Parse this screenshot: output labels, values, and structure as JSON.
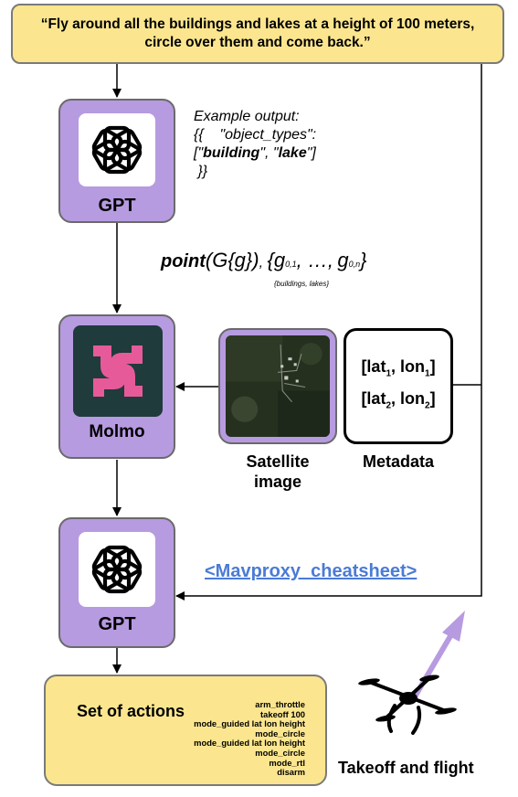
{
  "prompt": {
    "line1": "“Fly around all the buildings and lakes at a height of 100 meters,",
    "line2": "circle over them and come back.”"
  },
  "gpt_top": {
    "label": "GPT",
    "icon": "openai-logo-icon"
  },
  "example": {
    "line1": "Example output:",
    "line2_prefix": "{{    \"object_types\":",
    "line3_open": "[\"",
    "item1": "building",
    "line3_sep": "\", \"",
    "item2": "lake",
    "line3_close": "\"]",
    "line4": " }}"
  },
  "formula": {
    "func": "point",
    "open": "(",
    "G": "G",
    "g_inner": "{g}",
    "close": ")",
    "comma": ",",
    "set_open": "{g",
    "sub1": "0,1",
    "middle": ", …,",
    "g_last": "g",
    "sub_n": "0,n",
    "set_close": "}",
    "note": "{buildings, lakes}"
  },
  "molmo": {
    "label": "Molmo",
    "icon": "molmo-logo-icon"
  },
  "satellite": {
    "caption_line1": "Satellite",
    "caption_line2": "image"
  },
  "metadata": {
    "caption": "Metadata",
    "row1": {
      "a": "[lat",
      "a_sub": "1",
      "b": ", lon",
      "b_sub": "1",
      "c": "]"
    },
    "row2": {
      "a": "[lat",
      "a_sub": "2",
      "b": ", lon",
      "b_sub": "2",
      "c": "]"
    }
  },
  "gpt_bottom": {
    "label": "GPT",
    "icon": "openai-logo-icon"
  },
  "cheatsheet_link": "<Mavproxy_cheatsheet>",
  "actions": {
    "title": "Set of actions",
    "items": [
      "arm_throttle",
      "takeoff 100",
      "mode_guided lat lon height",
      "mode_circle",
      "mode_guided lat lon height",
      "mode_circle",
      "mode_rtl",
      "disarm"
    ]
  },
  "takeoff": {
    "label": "Takeoff and flight",
    "icon": "drone-icon"
  },
  "colors": {
    "prompt_fill": "#fbe68f",
    "node_fill": "#b79be0",
    "link": "#4a7bd6",
    "molmo_bg": "#1f3b3b",
    "molmo_pink": "#e65a9a",
    "flight_arrow": "#b79be0"
  }
}
